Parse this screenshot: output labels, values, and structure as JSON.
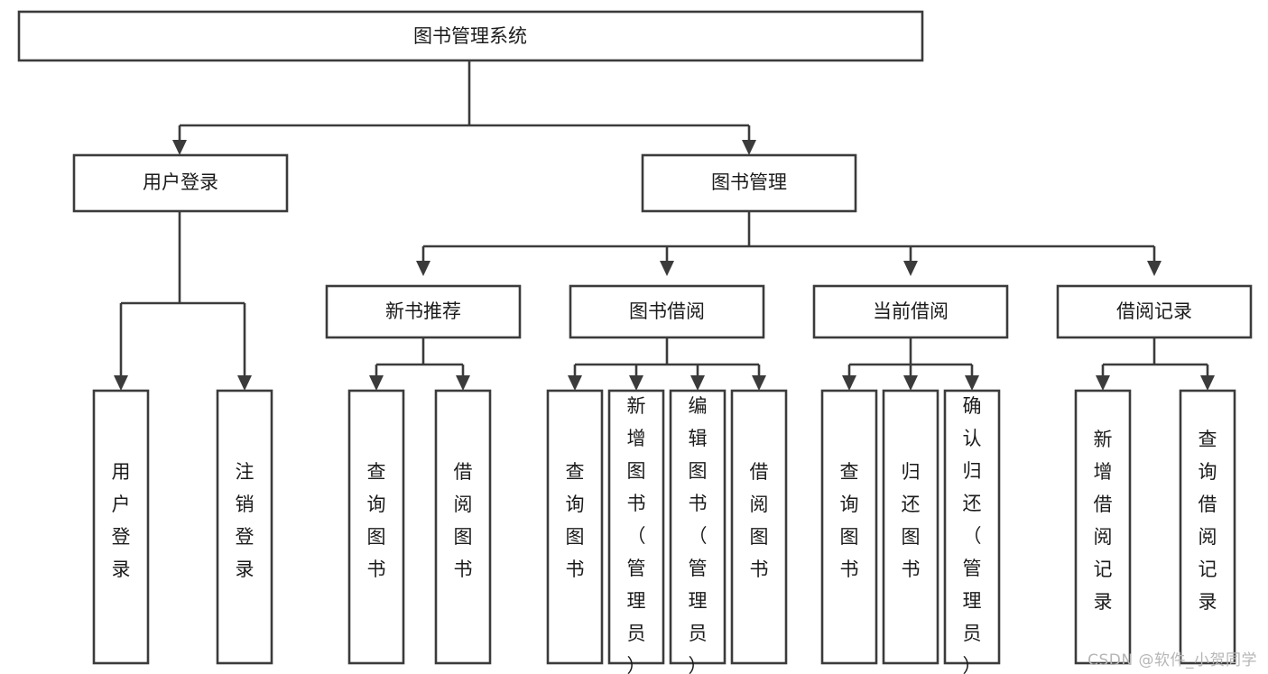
{
  "diagram": {
    "type": "tree",
    "title": "图书管理系统",
    "orientation": "top-down",
    "watermark": "CSDN @软件_小贺同学",
    "colors": {
      "stroke": "#3b3b3b",
      "box_fill": "#ffffff",
      "text": "#1b1b1b",
      "background": "#ffffff",
      "watermark": "#b6b6b6"
    },
    "levels": {
      "root": {
        "label": "图书管理系统"
      },
      "level2": [
        {
          "label": "用户登录"
        },
        {
          "label": "图书管理"
        }
      ],
      "level3": [
        {
          "label": "新书推荐"
        },
        {
          "label": "图书借阅"
        },
        {
          "label": "当前借阅"
        },
        {
          "label": "借阅记录"
        }
      ],
      "leaves": {
        "user_login": [
          {
            "label": "用户登录"
          },
          {
            "label": "注销登录"
          }
        ],
        "new_book_recommend": [
          {
            "label": "查询图书"
          },
          {
            "label": "借阅图书"
          }
        ],
        "book_borrow": [
          {
            "label": "查询图书"
          },
          {
            "label": "新增图书（管理员）"
          },
          {
            "label": "编辑图书（管理员）"
          },
          {
            "label": "借阅图书"
          }
        ],
        "current_borrow": [
          {
            "label": "查询图书"
          },
          {
            "label": "归还图书"
          },
          {
            "label": "确认归还（管理员）"
          }
        ],
        "borrow_record": [
          {
            "label": "新增借阅记录"
          },
          {
            "label": "查询借阅记录"
          }
        ]
      }
    },
    "edges": [
      {
        "from": "图书管理系统",
        "to": "用户登录"
      },
      {
        "from": "图书管理系统",
        "to": "图书管理"
      },
      {
        "from": "用户登录",
        "to": "用户登录"
      },
      {
        "from": "用户登录",
        "to": "注销登录"
      },
      {
        "from": "图书管理",
        "to": "新书推荐"
      },
      {
        "from": "图书管理",
        "to": "图书借阅"
      },
      {
        "from": "图书管理",
        "to": "当前借阅"
      },
      {
        "from": "图书管理",
        "to": "借阅记录"
      },
      {
        "from": "新书推荐",
        "to": "查询图书"
      },
      {
        "from": "新书推荐",
        "to": "借阅图书"
      },
      {
        "from": "图书借阅",
        "to": "查询图书"
      },
      {
        "from": "图书借阅",
        "to": "新增图书（管理员）"
      },
      {
        "from": "图书借阅",
        "to": "编辑图书（管理员）"
      },
      {
        "from": "图书借阅",
        "to": "借阅图书"
      },
      {
        "from": "当前借阅",
        "to": "查询图书"
      },
      {
        "from": "当前借阅",
        "to": "归还图书"
      },
      {
        "from": "当前借阅",
        "to": "确认归还（管理员）"
      },
      {
        "from": "借阅记录",
        "to": "新增借阅记录"
      },
      {
        "from": "借阅记录",
        "to": "查询借阅记录"
      }
    ]
  }
}
